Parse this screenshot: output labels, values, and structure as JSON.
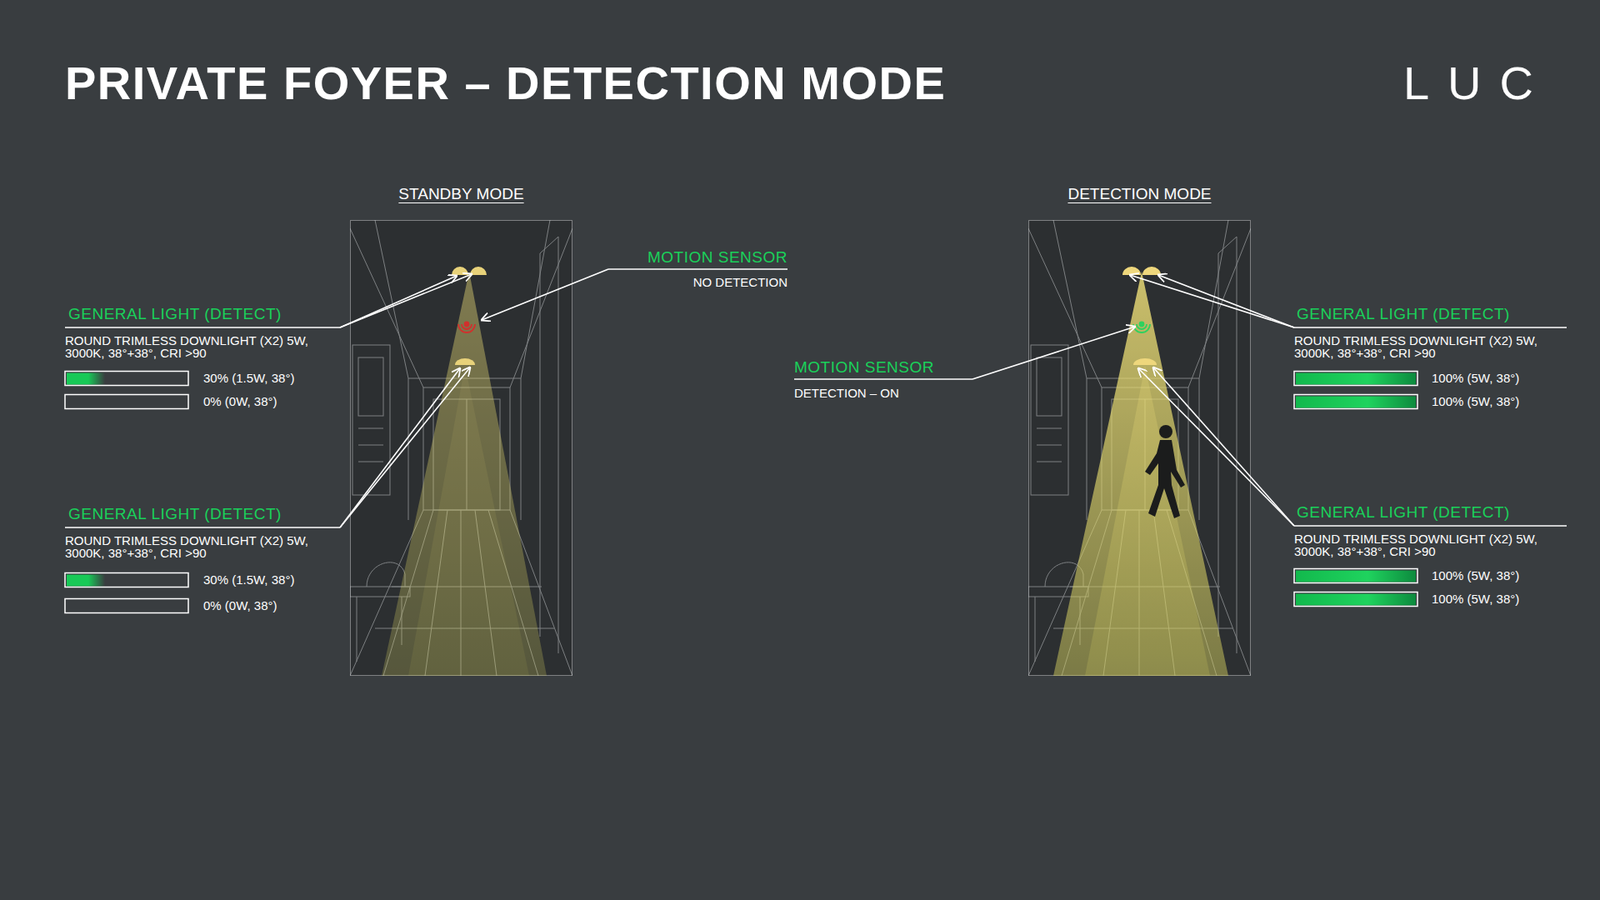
{
  "diagram": {
    "title": "PRIVATE FOYER – DETECTION MODE",
    "nodes": [
      {
        "text": [
          "STANDBY MODE"
        ]
      },
      {
        "text": [
          "DETECTION MODE"
        ]
      }
    ],
    "labels": [
      "LUC",
      "MOTION SENSOR",
      "NO DETECTION",
      "GENERAL LIGHT (DETECT)",
      "ROUND TRIMLESS DOWNLIGHT (X2) 5W, 3000K, 38°+38°, CRI >90",
      "30% (1.5W, 38°)",
      "0% (0W, 38°)",
      "GENERAL LIGHT (DETECT)",
      "ROUND TRIMLESS DOWNLIGHT (X2) 5W, 3000K, 38°+38°, CRI >90",
      "30% (1.5W, 38°)",
      "0% (0W, 38°)",
      "MOTION SENSOR",
      "DETECTION – ON",
      "GENERAL LIGHT (DETECT)",
      "ROUND TRIMLESS DOWNLIGHT (X2) 5W, 3000K, 38°+38°, CRI >90",
      "100% (5W, 38°)",
      "100% (5W, 38°)",
      "GENERAL LIGHT (DETECT)",
      "ROUND TRIMLESS DOWNLIGHT (X2) 5W, 3000K, 38°+38°, CRI >90",
      "100% (5W, 38°)",
      "100% (5W, 38°)"
    ]
  }
}
